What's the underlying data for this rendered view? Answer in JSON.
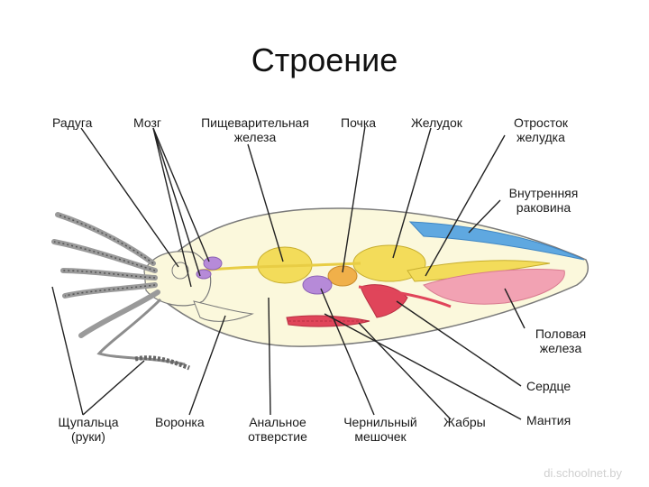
{
  "title": "Строение",
  "labels": {
    "raduga": "Радуга",
    "mozg": "Мозг",
    "pishch_1": "Пищеварительная",
    "pishch_2": "железа",
    "pochka": "Почка",
    "zheludok": "Желудок",
    "otrostok_1": "Отросток",
    "otrostok_2": "желудка",
    "rakovina_1": "Внутренняя",
    "rakovina_2": "раковина",
    "polovaya_1": "Половая",
    "polovaya_2": "железа",
    "serdce": "Сердце",
    "mantiya": "Мантия",
    "shchupalca_1": "Щупальца",
    "shchupalca_2": "(руки)",
    "voronka": "Воронка",
    "analnoe_1": "Анальное",
    "analnoe_2": "отверстие",
    "chernilny_1": "Чернильный",
    "chernilny_2": "мешочек",
    "zhabry": "Жабры"
  },
  "watermark": "di.schoolnet.by",
  "colors": {
    "body_fill": "#fbf8dc",
    "outline": "#7a7a7a",
    "shell": "#5fa8e0",
    "gland_yellow": "#f3dc5a",
    "gonad_pink": "#f2a2b3",
    "gills_red": "#e0455a",
    "ink_sac_purple": "#b68ad8",
    "kidney_orange": "#f0b04a",
    "tentacle_gray": "#9a9a9a"
  }
}
